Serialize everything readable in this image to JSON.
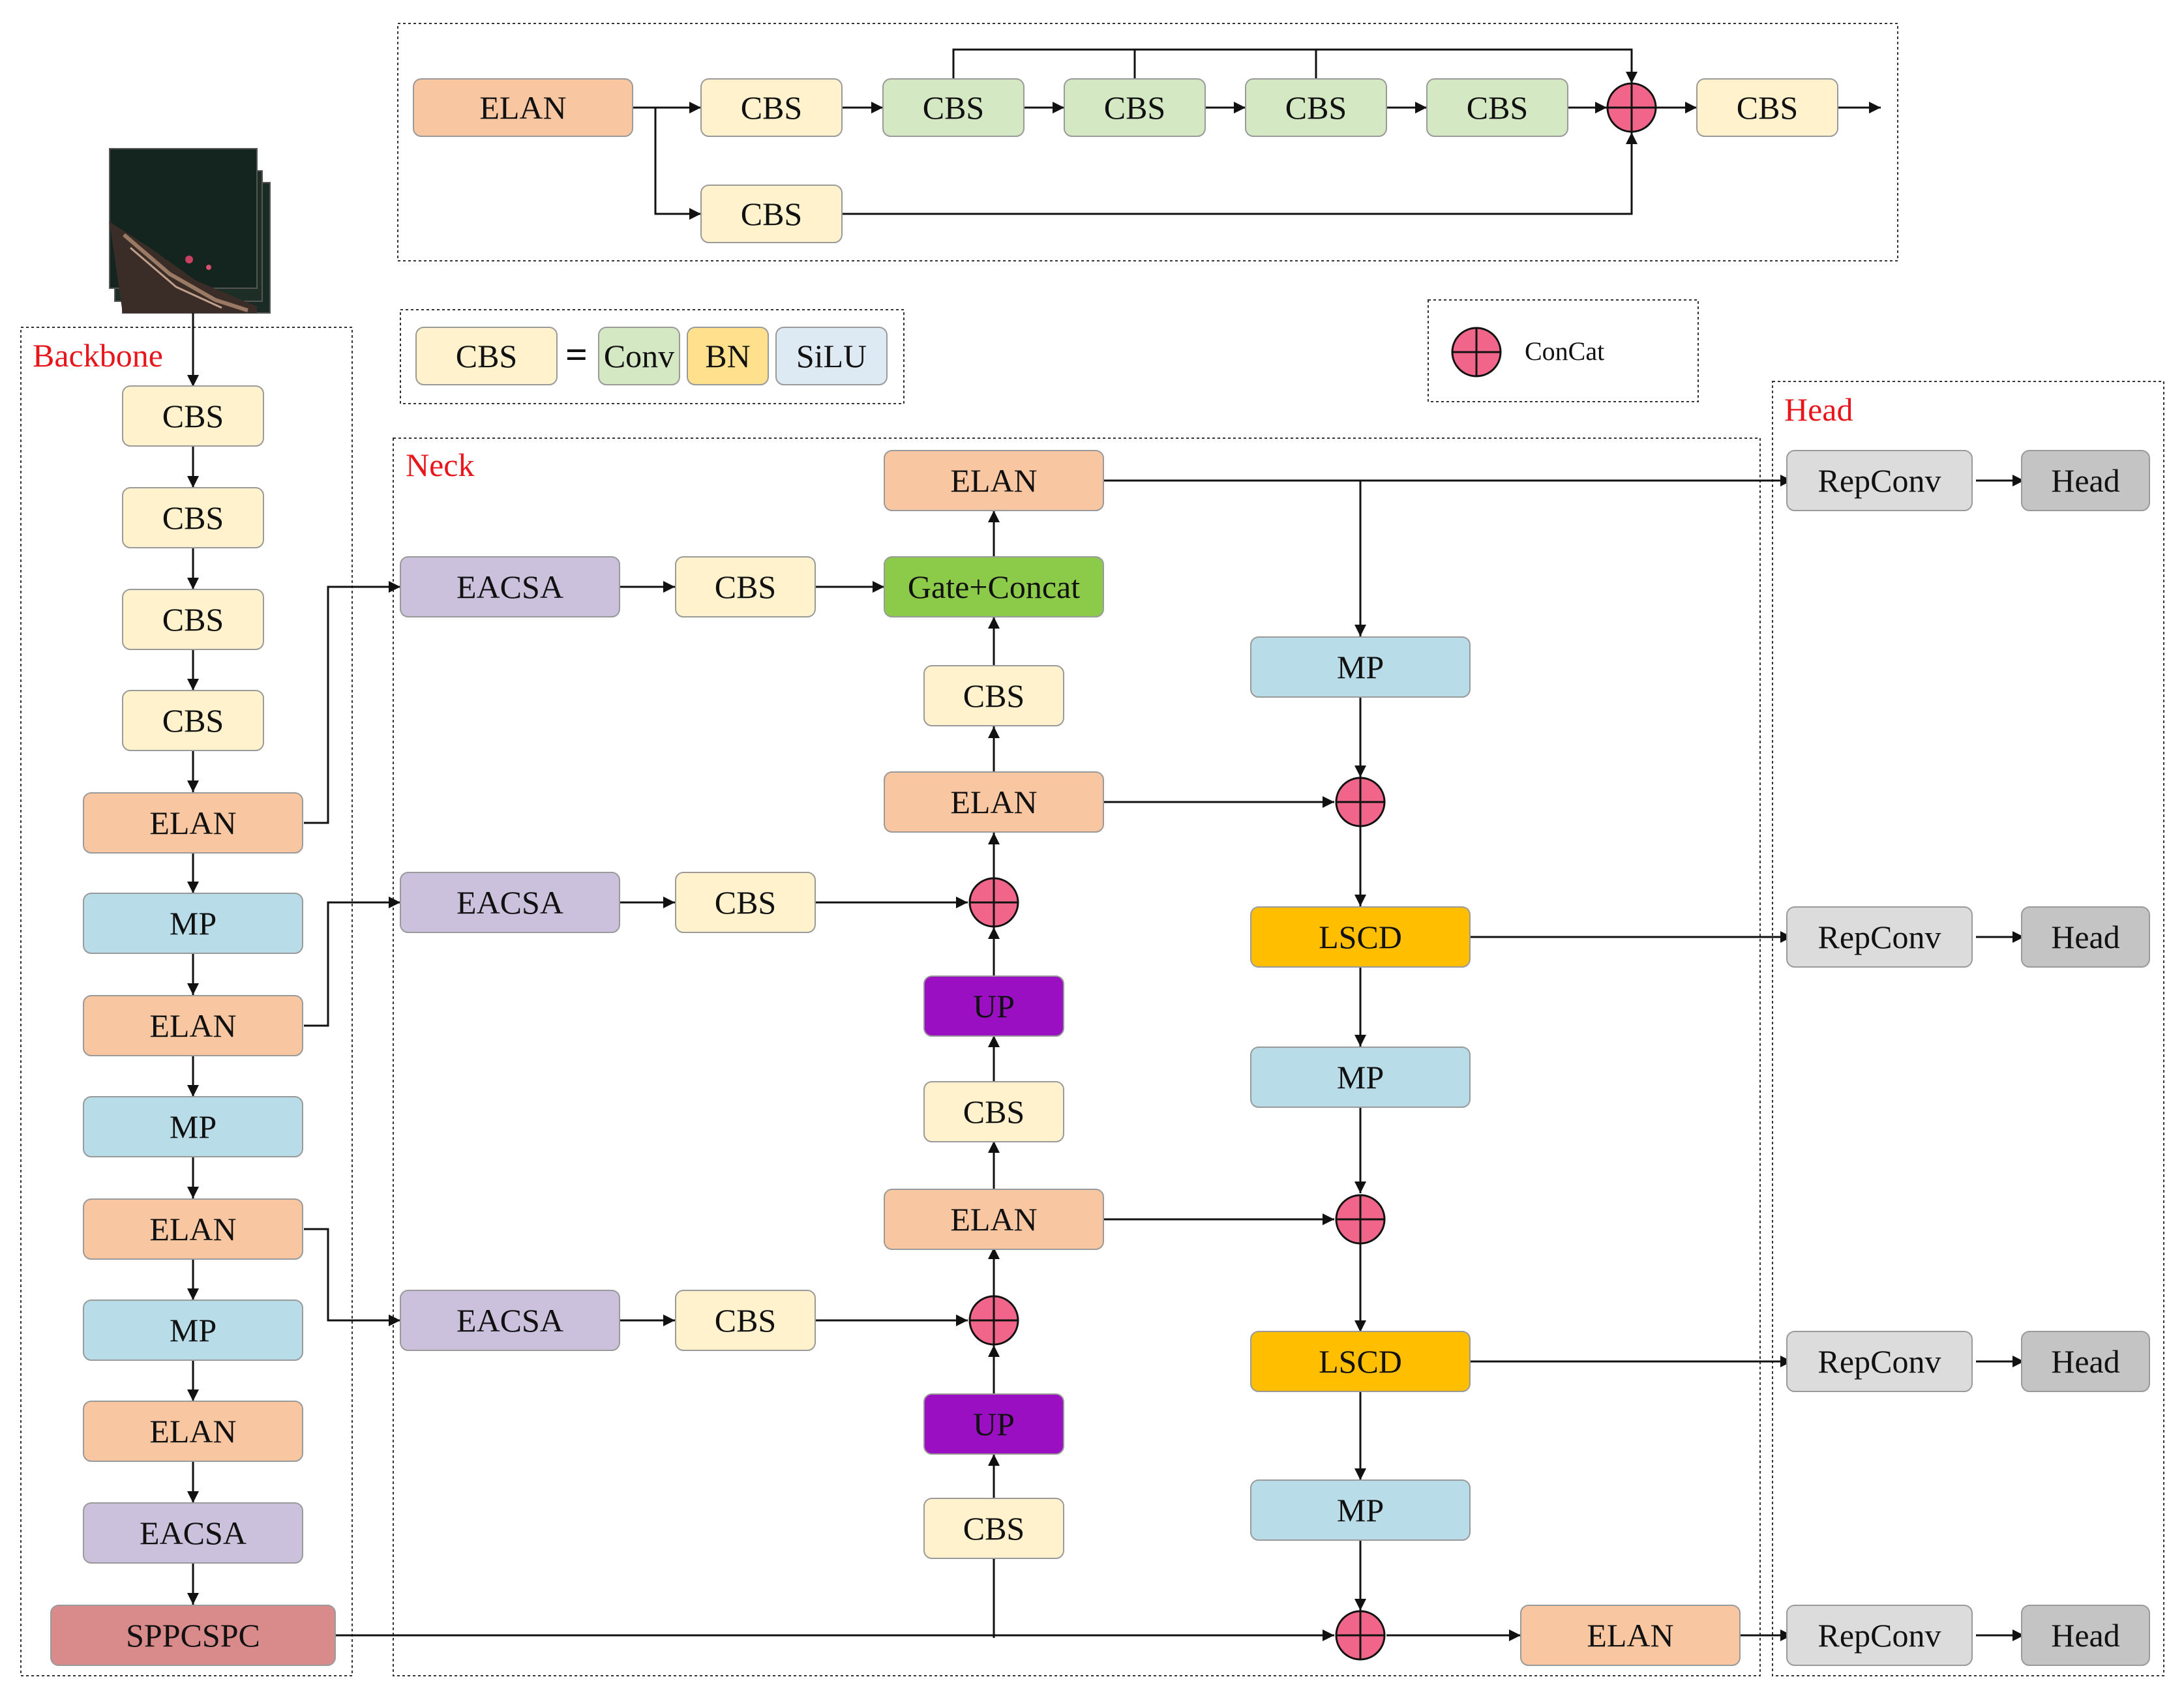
{
  "sections": {
    "backbone": "Backbone",
    "neck": "Neck",
    "head": "Head"
  },
  "legend": {
    "concat": "ConCat",
    "equals": "="
  },
  "labels": {
    "elan": "ELAN",
    "cbs": "CBS",
    "mp": "MP",
    "eacsa": "EACSA",
    "sppcspc": "SPPCSPC",
    "gate_concat": "Gate+Concat",
    "up": "UP",
    "lscd": "LSCD",
    "repconv": "RepConv",
    "head": "Head",
    "conv": "Conv",
    "bn": "BN",
    "silu": "SiLU"
  },
  "colors": {
    "cbs": "#fff2cc",
    "elan": "#f8c6a0",
    "mp": "#b8dde9",
    "eacsa": "#ccc1dd",
    "sppcspc": "#d98a8a",
    "gate": "#8ccb4a",
    "up": "#9b0fc2",
    "lscd": "#ffbf00",
    "repconv": "#dcdcdc",
    "head": "#c4c4c4",
    "conv": "#d5e8c4",
    "bn": "#ffe08c",
    "silu": "#dde9f3",
    "concat": "#f06589",
    "section_label": "#e8151b"
  }
}
